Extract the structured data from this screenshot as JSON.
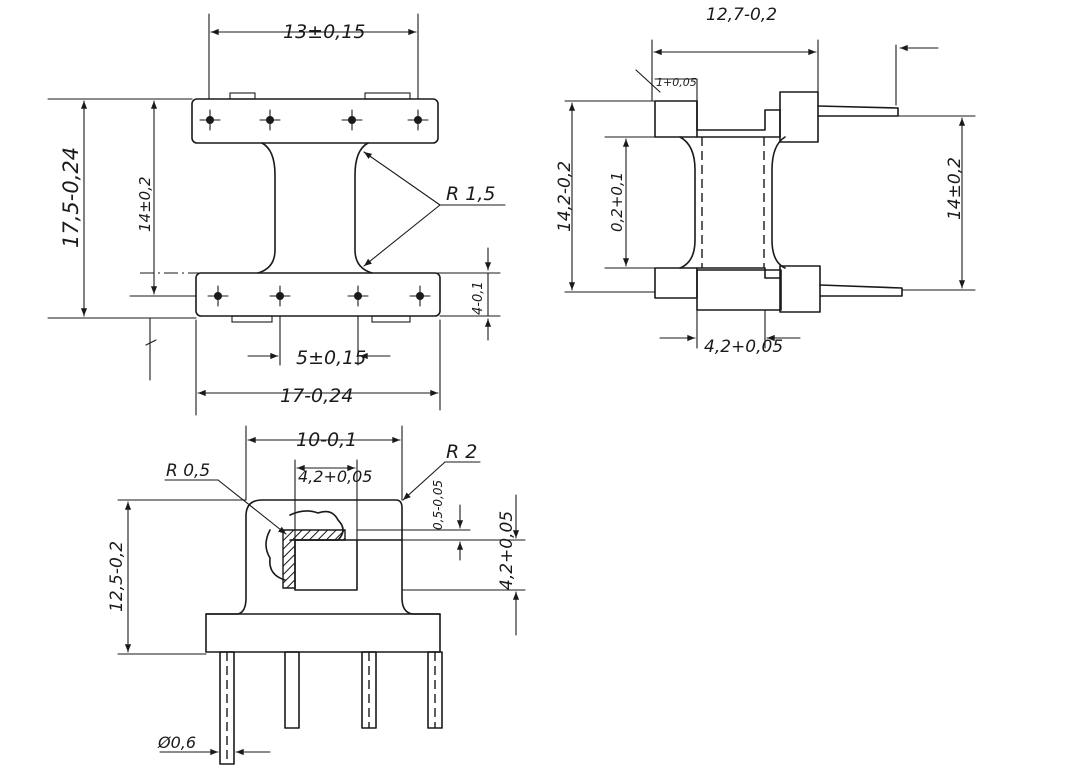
{
  "dimensions": {
    "front_width_top": "13±0,15",
    "front_height_total": "17,5-0,24",
    "front_inner_height": "14±0,2",
    "front_radius": "R 1,5",
    "front_flange": "4-0,1",
    "front_pitch": "5±0,15",
    "front_width_total": "17-0,24",
    "side_top_width": "12,7-0,2",
    "side_top_small": "1+0,05",
    "side_height": "14,2-0,2",
    "side_gap": "0,2+0,1",
    "side_pin_span": "14±0,2",
    "side_core": "4,2+0,05",
    "bottom_width": "10-0,1",
    "bottom_inner": "4,2+0,05",
    "bottom_radius_small": "R 0,5",
    "bottom_radius": "R 2",
    "bottom_wall": "0,5-0,05",
    "bottom_core_h": "4,2+0,05",
    "bottom_height": "12,5-0,2",
    "pin_diameter": "Ø0,6"
  }
}
